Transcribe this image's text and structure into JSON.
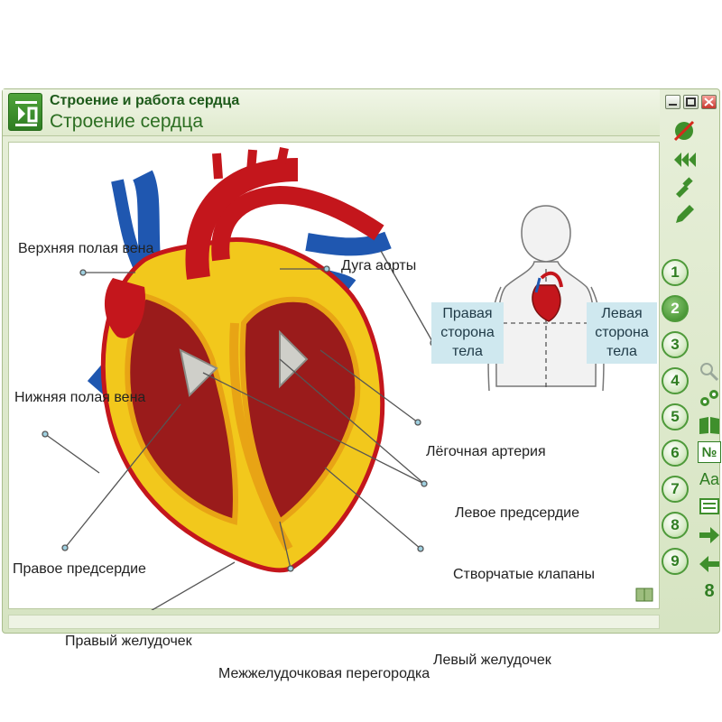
{
  "window": {
    "title": "Строение и работа сердца",
    "subtitle": "Строение сердца"
  },
  "diagram": {
    "labels": {
      "superior_vena_cava": "Верхняя полая вена",
      "inferior_vena_cava": "Нижняя полая вена",
      "right_atrium": "Правое предсердие",
      "right_ventricle": "Правый желудочек",
      "septum": "Межжелудочковая перегородка",
      "left_ventricle": "Левый желудочек",
      "valves": "Створчатые клапаны",
      "left_atrium": "Левое предсердие",
      "pulmonary_artery": "Лёгочная артерия",
      "aortic_arch": "Дуга аорты"
    },
    "right_side": "Правая сторона тела",
    "left_side": "Левая сторона тела"
  },
  "toolbar": {
    "number_buttons": [
      "1",
      "2",
      "3",
      "4",
      "5",
      "6",
      "7",
      "8",
      "9"
    ],
    "active_number": "2",
    "aa_label": "Aa",
    "no_label": "№",
    "bottom_label": "8"
  },
  "colors": {
    "accent": "#2f7d22",
    "artery": "#c4161c",
    "vein": "#1f57b0",
    "muscle": "#f2c81c"
  }
}
